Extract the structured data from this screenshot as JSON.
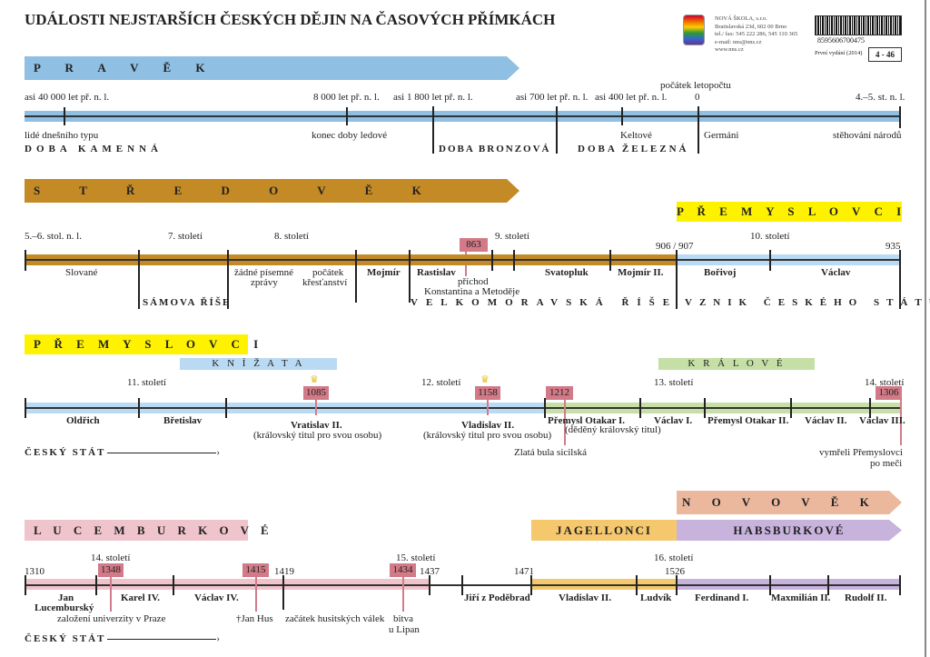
{
  "title": "UDÁLOSTI NEJSTARŠÍCH ČESKÝCH DĚJIN NA ČASOVÝCH PŘÍMKÁCH",
  "publisher": {
    "logo": "nns.cz",
    "name": "NOVÁ ŠKOLA, s.r.o.",
    "address": "Bratislavská 23d, 602 00 Brno",
    "phone": "tel./ fax: 545 222 286, 545 110 365",
    "email": "e-mail: nns@nns.cz",
    "web": "www.nns.cz",
    "barcode": "8595606700475",
    "edition": "První vydání (2014)",
    "code": "4 - 46"
  },
  "colors": {
    "pravek": "#8fbfe3",
    "stredovek": "#c48a26",
    "premyslovci": "#fff200",
    "knizata": "#b9daf2",
    "kralove": "#c5dfa6",
    "novovek": "#ebb89e",
    "lucemburkove": "#efc4cc",
    "jagellonci": "#f5c86e",
    "habsburkove": "#c8b3dd",
    "event": "#d27a87"
  },
  "pravek": {
    "banner": "P R A V Ě K",
    "top": [
      "asi 40 000 let př. n. l.",
      "8 000 let př. n. l.",
      "asi 1 800 let př. n. l.",
      "asi 700 let př. n. l.",
      "asi 400 let př. n. l.",
      "počátek letopočtu",
      "0",
      "4.–5. st. n. l."
    ],
    "below": [
      "lidé dnešního typu",
      "konec doby ledové",
      "Keltové",
      "Germáni",
      "stěhování národů"
    ],
    "eras": [
      "DOBA KAMENNÁ",
      "DOBA BRONZOVÁ",
      "DOBA ŽELEZNÁ"
    ]
  },
  "stredovek": {
    "banner": "S T Ř E D O V Ě K",
    "dynasty": "P Ř E M Y S L O V C I",
    "top": [
      "5.–6. stol. n. l.",
      "7. století",
      "8. století",
      "9. století",
      "906 / 907",
      "10. století",
      "935"
    ],
    "event": "863",
    "names": [
      "Slované",
      "Mojmír",
      "Rastislav",
      "Svatopluk",
      "Mojmír II.",
      "Bořivoj",
      "Václav"
    ],
    "notes": [
      "žádné písemné",
      "zprávy",
      "počátek",
      "křesťanství",
      "příchod",
      "Konstantina a Metoděje"
    ],
    "eras": [
      "SÁMOVA ŘÍŠE",
      "VELKOMORAVSKÁ ŘÍŠE",
      "VZNIK ČESKÉHO STÁTU"
    ]
  },
  "premyslovci": {
    "banner": "P Ř E M Y S L O V C I",
    "knizata": "K N Í Ž A T A",
    "kralove": "K R Á L O V É",
    "top": [
      "11. století",
      "12. století",
      "13. století",
      "14. století"
    ],
    "events": [
      "1085",
      "1158",
      "1212",
      "1306"
    ],
    "names": [
      "Oldřich",
      "Břetislav",
      "Vratislav II.",
      "Vladislav II.",
      "Přemysl Otakar I.",
      "Václav I.",
      "Přemysl Otakar II.",
      "Václav II.",
      "Václav III."
    ],
    "notes": [
      "(královský titul pro svou osobu)",
      "(královský titul pro svou osobu)",
      "(děděný královský titul)",
      "Zlatá bula sicilská",
      "vymřeli Přemyslovci",
      "po meči"
    ],
    "state": "ČESKÝ STÁT"
  },
  "novovek": {
    "banner": "N O V O V Ě K",
    "lucemburkove": "L U C E M B U R K O V É",
    "jagellonci": "JAGELLONCI",
    "habsburkove": "HABSBURKOVÉ",
    "centuries": [
      "14. století",
      "15. století",
      "16. století"
    ],
    "years": [
      "1310",
      "1419",
      "1437",
      "1471",
      "1526"
    ],
    "events": [
      "1348",
      "1415",
      "1434"
    ],
    "names": [
      "Jan",
      "Lucemburský",
      "Karel IV.",
      "Václav IV.",
      "Jiří z Poděbrad",
      "Vladislav II.",
      "Ludvík",
      "Ferdinand I.",
      "Maxmilián II.",
      "Rudolf II."
    ],
    "notes": [
      "založení univerzity v Praze",
      "†Jan Hus",
      "začátek husitských válek",
      "bitva",
      "u Lipan"
    ],
    "state": "ČESKÝ STÁT"
  }
}
